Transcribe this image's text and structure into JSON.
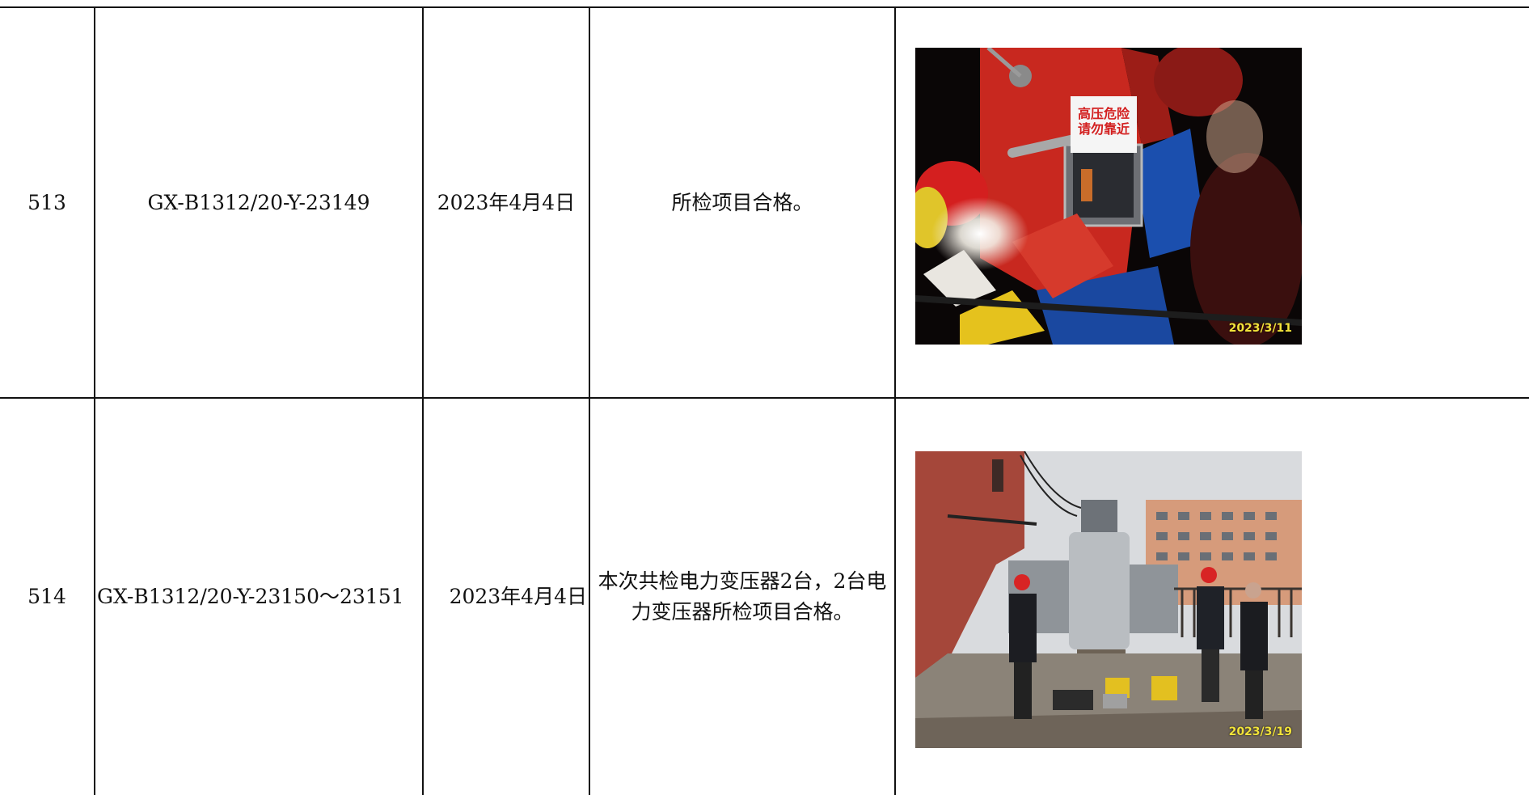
{
  "rows": [
    {
      "number": "513",
      "code": "GX-B1312/20-Y-23149",
      "date": "2023年4月4日",
      "result": "所检项目合格。",
      "photo": {
        "date_stamp": "2023/3/11",
        "sign_line1": "高压危险",
        "sign_line2": "请勿靠近"
      }
    },
    {
      "number": "514",
      "code": "GX-B1312/20-Y-23150～23151",
      "date": "2023年4月4日",
      "result": "本次共检电力变压器2台，2台电力变压器所检项目合格。",
      "photo": {
        "date_stamp": "2023/3/19"
      }
    }
  ],
  "colors": {
    "border": "#111111",
    "date_stamp": "#f2e33a",
    "warning_sign_text": "#d32020"
  }
}
